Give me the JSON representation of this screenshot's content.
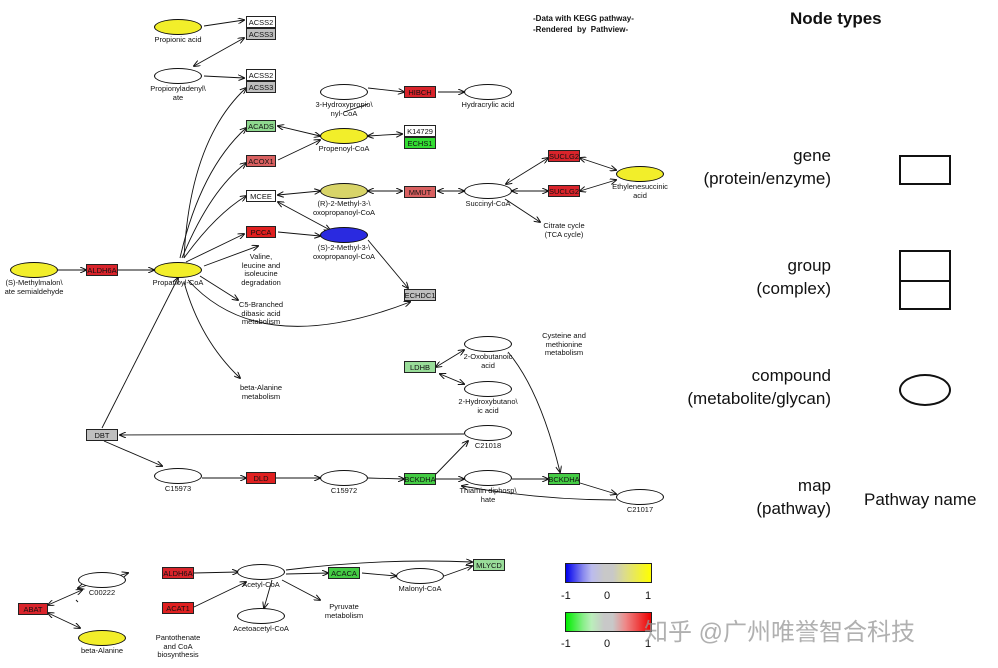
{
  "header": {
    "line1": "-Data with KEGG pathway-",
    "line2": "-Rendered  by  Pathview-"
  },
  "legend": {
    "title": "Node types",
    "gene": "gene\n(protein/enzyme)",
    "group": "group\n(complex)",
    "compound": "compound\n(metabolite/glycan)",
    "map": "map\n(pathway)",
    "map_sample": "Pathway name"
  },
  "colorbars": {
    "compound_ticks": [
      "-1",
      "0",
      "1"
    ],
    "gene_ticks": [
      "-1",
      "0",
      "1"
    ]
  },
  "watermark": "知乎 @广州唯誉智合科技",
  "genes": [
    {
      "id": "acss2a",
      "label": "ACSS2",
      "color": "#ffffff"
    },
    {
      "id": "acss3a",
      "label": "ACSS3",
      "color": "#bfbfbf"
    },
    {
      "id": "acss2b",
      "label": "ACSS2",
      "color": "#ffffff"
    },
    {
      "id": "acss3b",
      "label": "ACSS3",
      "color": "#bfbfbf"
    },
    {
      "id": "hibch",
      "label": "HIBCH",
      "color": "#d9242b"
    },
    {
      "id": "acads",
      "label": "ACADS",
      "color": "#8fd98f"
    },
    {
      "id": "k14729",
      "label": "K14729",
      "color": "#ffffff"
    },
    {
      "id": "echs1",
      "label": "ECHS1",
      "color": "#33dd33"
    },
    {
      "id": "acox1",
      "label": "ACOX1",
      "color": "#d96060"
    },
    {
      "id": "suclg2a",
      "label": "SUCLG2",
      "color": "#d9242b"
    },
    {
      "id": "mcee",
      "label": "MCEE",
      "color": "#ffffff"
    },
    {
      "id": "mmut",
      "label": "MMUT",
      "color": "#d96060"
    },
    {
      "id": "suclg2b",
      "label": "SUCLG2",
      "color": "#d9242b"
    },
    {
      "id": "pcca",
      "label": "PCCA",
      "color": "#e02020"
    },
    {
      "id": "aldh6a",
      "label": "ALDH6A",
      "color": "#d9242b"
    },
    {
      "id": "echdc1",
      "label": "ECHDC1",
      "color": "#bfbfbf"
    },
    {
      "id": "ldhb",
      "label": "LDHB",
      "color": "#99dd99"
    },
    {
      "id": "dbt",
      "label": "DBT",
      "color": "#bfbfbf"
    },
    {
      "id": "dld",
      "label": "DLD",
      "color": "#e02020"
    },
    {
      "id": "bckdha1",
      "label": "BCKDHA",
      "color": "#44cc44"
    },
    {
      "id": "bckdha2",
      "label": "BCKDHA",
      "color": "#44cc44"
    },
    {
      "id": "aldh6a2",
      "label": "ALDH6A",
      "color": "#d9242b"
    },
    {
      "id": "acaca",
      "label": "ACACA",
      "color": "#44cc44"
    },
    {
      "id": "mlycd",
      "label": "MLYCD",
      "color": "#99dd99"
    },
    {
      "id": "acat1",
      "label": "ACAT1",
      "color": "#e02020"
    },
    {
      "id": "abat",
      "label": "ABAT",
      "color": "#d9242b"
    }
  ],
  "compounds": [
    {
      "id": "propionic",
      "label": "Propionic acid",
      "color": "#f2ee2a"
    },
    {
      "id": "propionyladenylate",
      "label": "Propionyladenyl\\\nate",
      "color": "#ffffff"
    },
    {
      "id": "hydroxypropionyl",
      "label": "3-Hydroxypropio\\\nnyl-CoA",
      "color": "#ffffff"
    },
    {
      "id": "hydracrylic",
      "label": "Hydracrylic acid",
      "color": "#ffffff"
    },
    {
      "id": "propenoyl",
      "label": "Propenoyl-CoA",
      "color": "#f2ee2a"
    },
    {
      "id": "ethylenesuccinic",
      "label": "Ethylenesuccinic\nacid",
      "color": "#f2ee2a"
    },
    {
      "id": "rmethyl",
      "label": "(R)-2-Methyl-3-\\\noxopropanoyl-CoA",
      "color": "#d8d468"
    },
    {
      "id": "succinyl",
      "label": "Succinyl-CoA",
      "color": "#ffffff"
    },
    {
      "id": "smethyl",
      "label": "(S)-2-Methyl-3-\\\noxopropanoyl-CoA",
      "color": "#2a2ae0"
    },
    {
      "id": "smethylmalon",
      "label": "(S)-Methylmalon\\\nate semialdehyde",
      "color": "#f2ee2a"
    },
    {
      "id": "propanoyl",
      "label": "Propanoyl-CoA",
      "color": "#f2ee2a"
    },
    {
      "id": "oxobutanoic",
      "label": "2-Oxobutanoic\nacid",
      "color": "#ffffff"
    },
    {
      "id": "hydroxybutanoic",
      "label": "2-Hydroxybutano\\\nic acid",
      "color": "#ffffff"
    },
    {
      "id": "c21018",
      "label": "C21018",
      "color": "#ffffff"
    },
    {
      "id": "c15973",
      "label": "C15973",
      "color": "#ffffff"
    },
    {
      "id": "c15972",
      "label": "C15972",
      "color": "#ffffff"
    },
    {
      "id": "thiamin",
      "label": "Thiamin diphosp\\\nhate",
      "color": "#ffffff"
    },
    {
      "id": "c21017",
      "label": "C21017",
      "color": "#ffffff"
    },
    {
      "id": "c00222",
      "label": "C00222",
      "color": "#ffffff"
    },
    {
      "id": "acetylcoa",
      "label": "Acetyl-CoA",
      "color": "#ffffff"
    },
    {
      "id": "malonylcoa",
      "label": "Malonyl-CoA",
      "color": "#ffffff"
    },
    {
      "id": "acetoacetyl",
      "label": "Acetoacetyl-CoA",
      "color": "#ffffff"
    },
    {
      "id": "betaalanine",
      "label": "beta-Alanine",
      "color": "#f2ee2a"
    }
  ],
  "maps": [
    {
      "id": "citrate",
      "label": "Citrate cycle\n(TCA cycle)"
    },
    {
      "id": "valine",
      "label": "Valine,\nleucine and\nisoleucine\ndegradation"
    },
    {
      "id": "c5branched",
      "label": "C5-Branched\ndibasic acid\nmetabolism"
    },
    {
      "id": "cysteine",
      "label": "Cysteine and\nmethionine\nmetabolism"
    },
    {
      "id": "betaalaninemet",
      "label": "beta-Alanine\nmetabolism"
    },
    {
      "id": "pyruvate",
      "label": "Pyruvate\nmetabolism"
    },
    {
      "id": "pantothenate",
      "label": "Pantothenate\nand CoA\nbiosynthesis"
    }
  ]
}
